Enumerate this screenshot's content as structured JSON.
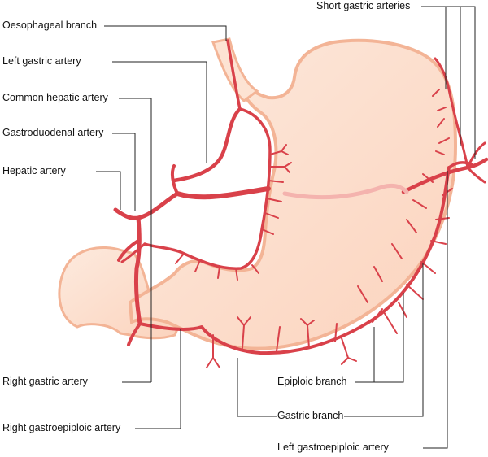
{
  "colors": {
    "artery": "#d9414a",
    "artery_dark": "#b82e38",
    "tissue_light": "#fde5d6",
    "tissue_edge": "#f6b79b",
    "leader": "#222222",
    "text": "#111111"
  },
  "labels": {
    "oesophageal_branch": "Oesophageal branch",
    "left_gastric_artery": "Left gastric artery",
    "common_hepatic_artery": "Common hepatic artery",
    "gastroduodenal_artery": "Gastroduodenal artery",
    "hepatic_artery": "Hepatic artery",
    "short_gastric_arteries": "Short gastric arteries",
    "right_gastric_artery": "Right gastric artery",
    "right_gastroepiploic_artery": "Right gastroepiploic artery",
    "epiploic_branch": "Epiploic branch",
    "gastric_branch": "Gastric branch",
    "left_gastroepiploic_artery": "Left gastroepiploic artery"
  }
}
